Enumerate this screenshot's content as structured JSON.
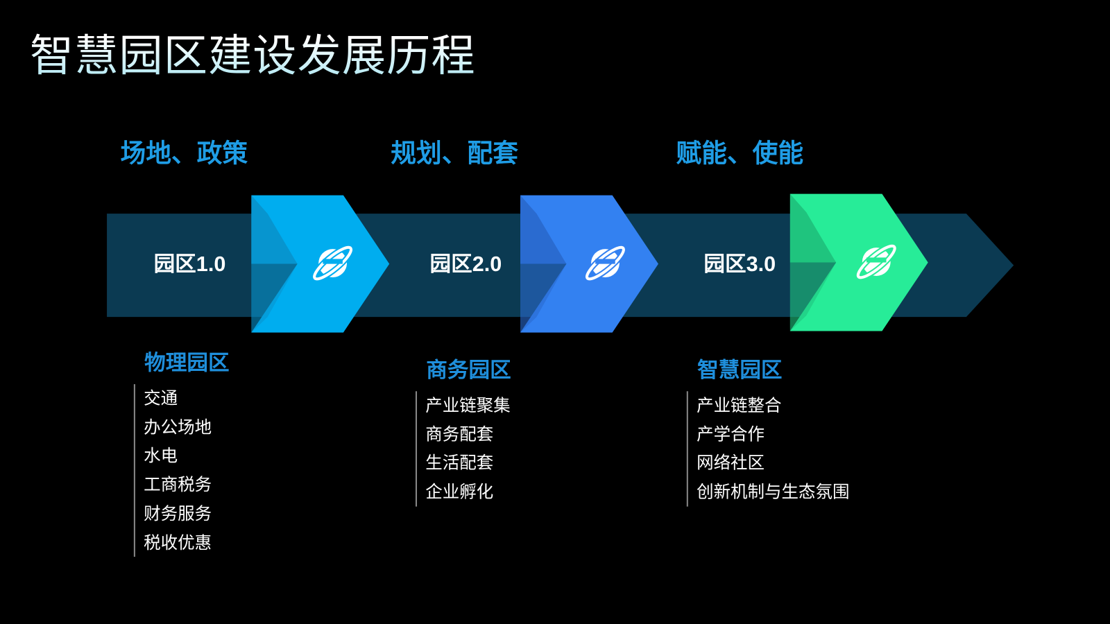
{
  "title": "智慧园区建设发展历程",
  "colors": {
    "band": "#0b3a52",
    "stage1": "#00adef",
    "stage2": "#3381f1",
    "stage3": "#27ec98"
  },
  "stages": [
    {
      "phase": "场地、政策",
      "label": "园区1.0",
      "icon": "planet-icon",
      "subtitle": "物理园区",
      "items": [
        "交通",
        "办公场地",
        "水电",
        "工商税务",
        "财务服务",
        "税收优惠"
      ]
    },
    {
      "phase": "规划、配套",
      "label": "园区2.0",
      "icon": "planet-icon",
      "subtitle": "商务园区",
      "items": [
        "产业链聚集",
        "商务配套",
        "生活配套",
        "企业孵化"
      ]
    },
    {
      "phase": "赋能、使能",
      "label": "园区3.0",
      "icon": "planet-icon",
      "subtitle": "智慧园区",
      "items": [
        "产业链整合",
        "产学合作",
        "网络社区",
        "创新机制与生态氛围"
      ]
    }
  ]
}
